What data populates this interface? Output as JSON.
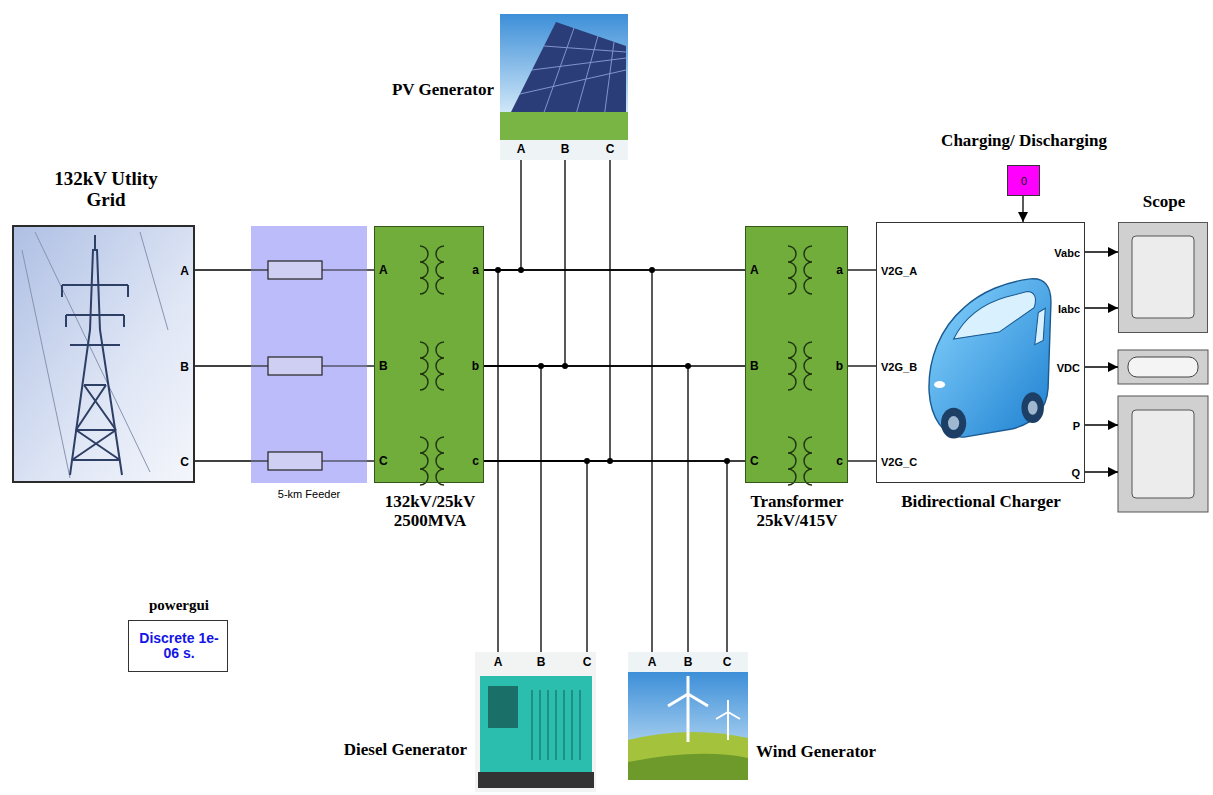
{
  "diagram": {
    "nodes": [
      {
        "text": [
          "132kV Utlity Grid",
          "A",
          "B",
          "C"
        ]
      },
      {
        "text": [
          "5-km Feeder"
        ]
      },
      {
        "text": [
          "132kV/25kV 2500MVA",
          "A",
          "B",
          "C",
          "a",
          "b",
          "c"
        ]
      },
      {
        "text": [
          "PV Generator",
          "A",
          "B",
          "C"
        ]
      },
      {
        "text": [
          "Transformer 25kV/415V",
          "A",
          "B",
          "C",
          "a",
          "b",
          "c"
        ]
      },
      {
        "text": [
          "Charging/ Discharging",
          "0"
        ]
      },
      {
        "text": [
          "Bidirectional Charger",
          "V2G_A",
          "V2G_B",
          "V2G_C",
          "Vabc",
          "Iabc",
          "VDC",
          "P",
          "Q"
        ]
      },
      {
        "text": [
          "Scope"
        ]
      },
      {
        "text": [
          "powergui",
          "Discrete 1e-06 s."
        ]
      },
      {
        "text": [
          "Diesel Generator",
          "A",
          "B",
          "C"
        ]
      },
      {
        "text": [
          "Wind Generator",
          "A",
          "B",
          "C"
        ]
      }
    ],
    "edges": [
      {
        "from": 0,
        "to": 1,
        "arrow": "none"
      },
      {
        "from": 0,
        "to": 1,
        "arrow": "none"
      },
      {
        "from": 0,
        "to": 1,
        "arrow": "none"
      },
      {
        "from": 1,
        "to": 2,
        "arrow": "none"
      },
      {
        "from": 1,
        "to": 2,
        "arrow": "none"
      },
      {
        "from": 1,
        "to": 2,
        "arrow": "none"
      },
      {
        "from": 2,
        "to": 3,
        "arrow": "none"
      },
      {
        "from": 2,
        "to": 3,
        "arrow": "none"
      },
      {
        "from": 2,
        "to": 3,
        "arrow": "none"
      },
      {
        "from": 2,
        "to": 9,
        "arrow": "none"
      },
      {
        "from": 2,
        "to": 9,
        "arrow": "none"
      },
      {
        "from": 2,
        "to": 9,
        "arrow": "none"
      },
      {
        "from": 2,
        "to": 10,
        "arrow": "none"
      },
      {
        "from": 2,
        "to": 10,
        "arrow": "none"
      },
      {
        "from": 2,
        "to": 10,
        "arrow": "none"
      },
      {
        "from": 2,
        "to": 4,
        "arrow": "none"
      },
      {
        "from": 2,
        "to": 4,
        "arrow": "none"
      },
      {
        "from": 2,
        "to": 4,
        "arrow": "none"
      },
      {
        "from": 4,
        "to": 6,
        "arrow": "none"
      },
      {
        "from": 4,
        "to": 6,
        "arrow": "none"
      },
      {
        "from": 4,
        "to": 6,
        "arrow": "none"
      },
      {
        "from": 5,
        "to": 6,
        "arrow": "to"
      },
      {
        "from": 6,
        "to": 7,
        "arrow": "to"
      },
      {
        "from": 6,
        "to": 7,
        "arrow": "to"
      }
    ]
  }
}
